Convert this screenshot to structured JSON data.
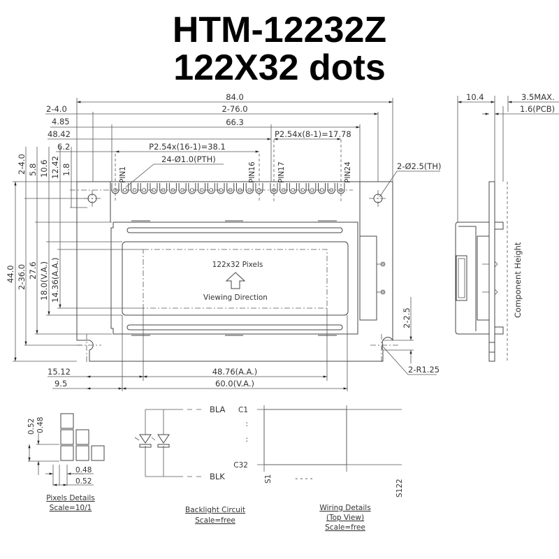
{
  "title": {
    "model": "HTM-12232Z",
    "resolution": "122X32 dots"
  },
  "front_view": {
    "top_dims": {
      "overall_width": "84.0",
      "hole_pitch": "2-76.0",
      "bezel_width": "66.3",
      "hole_inset": "2-4.0",
      "dim_4_85": "4.85",
      "dim_48_42": "48.42",
      "dim_6_2": "6.2",
      "pin_pitch_1_16": "P2.54x(16-1)=38.1",
      "pin_pitch_17_24": "P2.54x(8-1)=17.78",
      "pin_holes": "24-Ø1.0(PTH)",
      "mount_holes": "2-Ø2.5(TH)"
    },
    "pin_labels": [
      "PIN1",
      "PIN16",
      "PIN17",
      "PIN24"
    ],
    "left_dims": {
      "hole_inset": "2-4.0",
      "d5_8": "5.8",
      "d10_6": "10.6",
      "d12_42": "12.42",
      "d1_8": "1.8",
      "overall_height": "44.0",
      "hole_pitch": "2-36.0",
      "bezel_height": "27.6",
      "va_height": "18.0(V.A.)",
      "aa_height": "14.36(A.A.)"
    },
    "bottom_dims": {
      "d15_12": "15.12",
      "aa_width": "48.76(A.A.)",
      "d9_5": "9.5",
      "va_width": "60.0(V.A.)"
    },
    "right_dims": {
      "slot": "2-2.5",
      "radius": "2-R1.25"
    },
    "display_text": {
      "pixels": "122x32 Pixels",
      "viewing": "Viewing Direction"
    }
  },
  "side_view": {
    "thickness": "10.4",
    "max": "3.5MAX.",
    "pcb": "1.6(PCB)",
    "component_height": "Component Height"
  },
  "pixel_details": {
    "h1": "0.52",
    "h2": "0.48",
    "w1": "0.48",
    "w2": "0.52",
    "title": "Pixels Details",
    "scale": "Scale=10/1"
  },
  "backlight": {
    "anode": "BLA",
    "cathode": "BLK",
    "title": "Backlight Circuit",
    "scale": "Scale=free"
  },
  "wiring": {
    "c1": "C1",
    "c32": "C32",
    "s1": "S1",
    "s122": "S122",
    "dots": "- - - -",
    "title": "Wiring Details",
    "view": "(Top View)",
    "scale": "Scale=free"
  }
}
